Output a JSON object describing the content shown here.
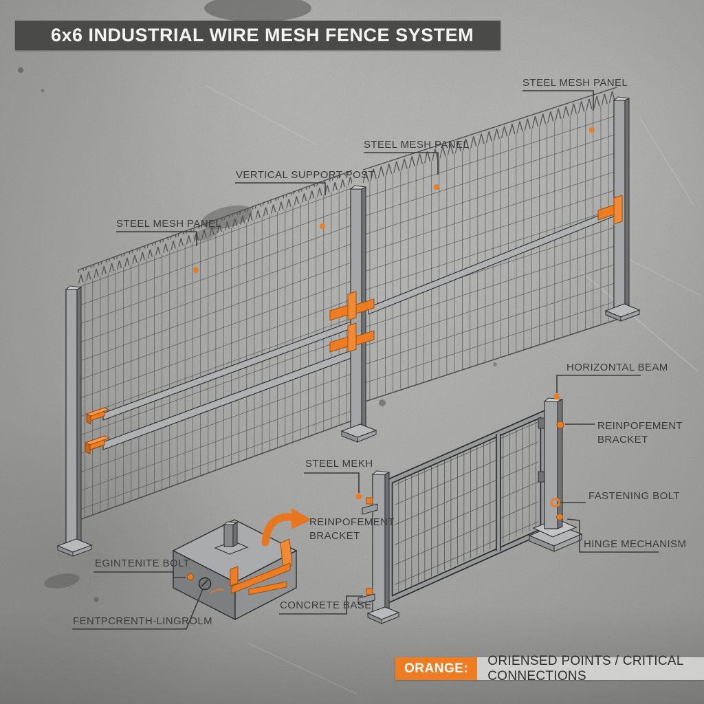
{
  "title": "6x6 INDUSTRIAL WIRE MESH FENCE SYSTEM",
  "labels": {
    "steel_mesh_panel_right": "STEEL MESH PANEL",
    "steel_mesh_panel_mid": "STEEL MESH PANEL",
    "steel_mesh_panel_left": "STEEL MESH PANEL",
    "vertical_support_post": "VERTICAL SUPPORT POST",
    "horizontal_beam": "HORIZONTAL BEAM",
    "reinforcement_bracket_right": "REINPOFEMENT BRACKET",
    "reinforcement_bracket_mid": "REINPOFEMENT BRACKET",
    "fastening_bolt": "FASTENING BOLT",
    "hinge_mechanism": "HINGE MECHANISM",
    "steel_mesh": "STEEL MEKH",
    "concrete_base": "CONCRETE BASE",
    "anchor_bolt": "EGINTENITE BOLT",
    "foundation_anchor": "FENTPCRENTH-LINGROLM"
  },
  "legend": {
    "key": "ORANGE:",
    "value": "ORIENSED POINTS / CRITICAL CONNECTIONS"
  },
  "colors": {
    "accent_orange": "#ee7c22",
    "banner_gray": "#4a4a48",
    "line_dark": "#3a3a3c"
  }
}
